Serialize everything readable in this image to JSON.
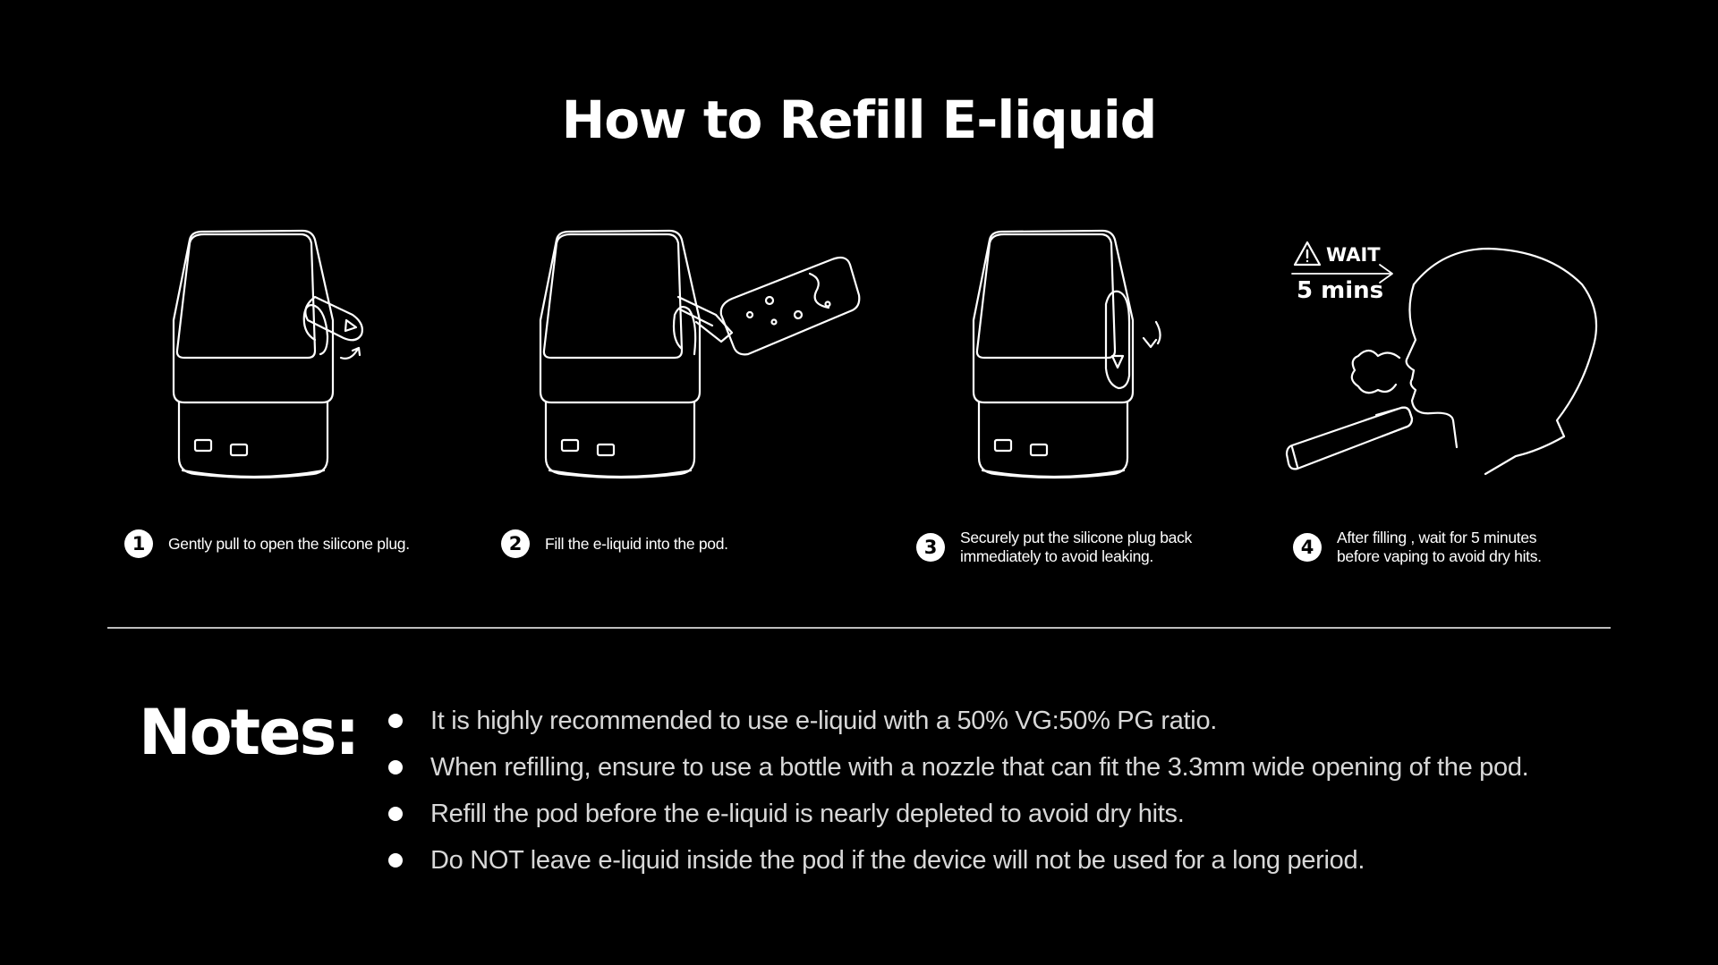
{
  "title": "How to Refill E-liquid",
  "steps": [
    {
      "number": "1",
      "text": "Gently pull to open the silicone plug."
    },
    {
      "number": "2",
      "text": "Fill the e-liquid into the pod."
    },
    {
      "number": "3",
      "text": "Securely put the silicone plug back immediately to avoid leaking."
    },
    {
      "number": "4",
      "text": "After filling , wait for 5 minutes before vaping to avoid dry hits."
    }
  ],
  "wait_badge": {
    "label": "WAIT",
    "duration": "5 mins",
    "icon": "warning-triangle-icon"
  },
  "notes": {
    "heading": "Notes:",
    "items": [
      "It is highly recommended to use e-liquid with a 50% VG:50% PG ratio.",
      "When refilling, ensure to use a bottle with a nozzle that can fit the 3.3mm wide opening of the pod.",
      "Refill the pod before the e-liquid is nearly depleted to avoid dry hits.",
      "Do NOT leave e-liquid inside the pod if the device will not be used for a long period."
    ]
  },
  "colors": {
    "background": "#000000",
    "foreground": "#ffffff",
    "divider": "#bdbdbd"
  }
}
